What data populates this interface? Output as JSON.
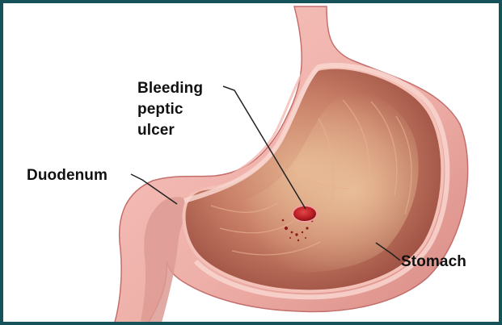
{
  "diagram": {
    "labels": {
      "ulcer_line_1": "Bleeding",
      "ulcer_line_2": "peptic",
      "ulcer_line_3": "ulcer",
      "duodenum": "Duodenum",
      "stomach": "Stomach"
    },
    "colors": {
      "frame": "#16525a",
      "outer_wall": "#eeb0a9",
      "inner_cavity": "#c98068",
      "deep_cavity": "#9d4f3c",
      "ulcer": "#b91c24",
      "leader_line": "#222222"
    }
  }
}
